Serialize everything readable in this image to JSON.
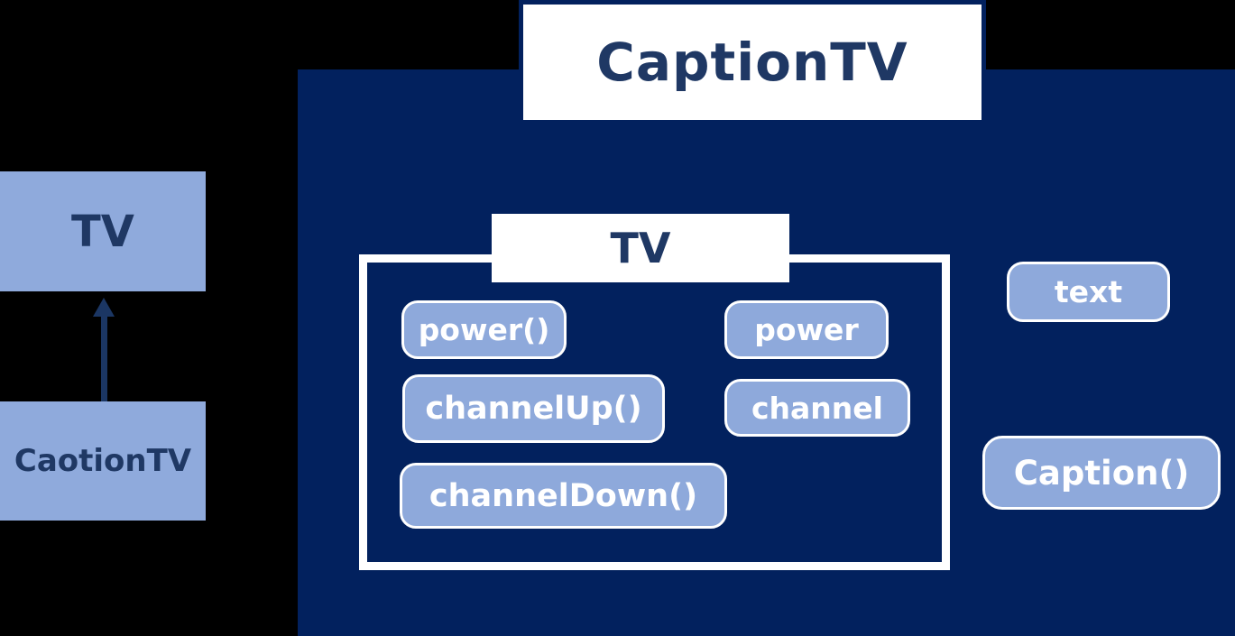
{
  "diagram": {
    "title": "CaptionTV",
    "colors": {
      "background": "#000000",
      "panel_navy": "#02215E",
      "box_fill_light_blue": "#8FAADC",
      "pill_fill_light_blue": "#8EA9DB",
      "dark_text_navy": "#1F3864",
      "pill_text": "#FFFFFF",
      "white_border": "#FFFFFF",
      "arrow_navy": "#1B3663"
    },
    "inheritance": {
      "parent_label": "TV",
      "child_label": "CaotionTV",
      "arrow_direction": "up"
    },
    "panel": {
      "tv_box": {
        "label": "TV",
        "methods": [
          "power()",
          "channelUp()",
          "channelDown()"
        ],
        "fields": [
          "power",
          "channel"
        ]
      },
      "outside": {
        "field": "text",
        "method": "Caption()"
      }
    }
  }
}
